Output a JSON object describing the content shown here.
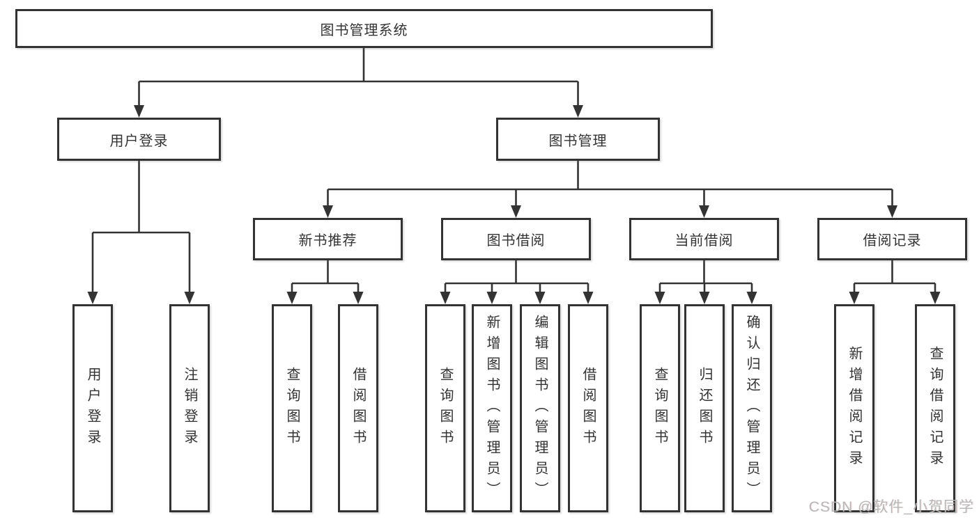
{
  "nodes": {
    "root": "图书管理系统",
    "level2": [
      "用户登录",
      "图书管理"
    ],
    "level3": [
      "新书推荐",
      "图书借阅",
      "当前借阅",
      "借阅记录"
    ],
    "leaves": {
      "user": [
        "用户登录",
        "注销登录"
      ],
      "recommend": [
        "查询图书",
        "借阅图书"
      ],
      "borrow": [
        "查询图书",
        "新增图书（管理员）",
        "编辑图书（管理员）",
        "借阅图书"
      ],
      "current": [
        "查询图书",
        "归还图书",
        "确认归还（管理员）"
      ],
      "record": [
        "新增借阅记录",
        "查询借阅记录"
      ]
    }
  },
  "watermark": "CSDN @软件_小贺同学",
  "colors": {
    "line": "#333333",
    "box_border": "#333333",
    "box_fill": "#ffffff",
    "background": "#ffffff",
    "watermark": "#b9b9b9"
  }
}
